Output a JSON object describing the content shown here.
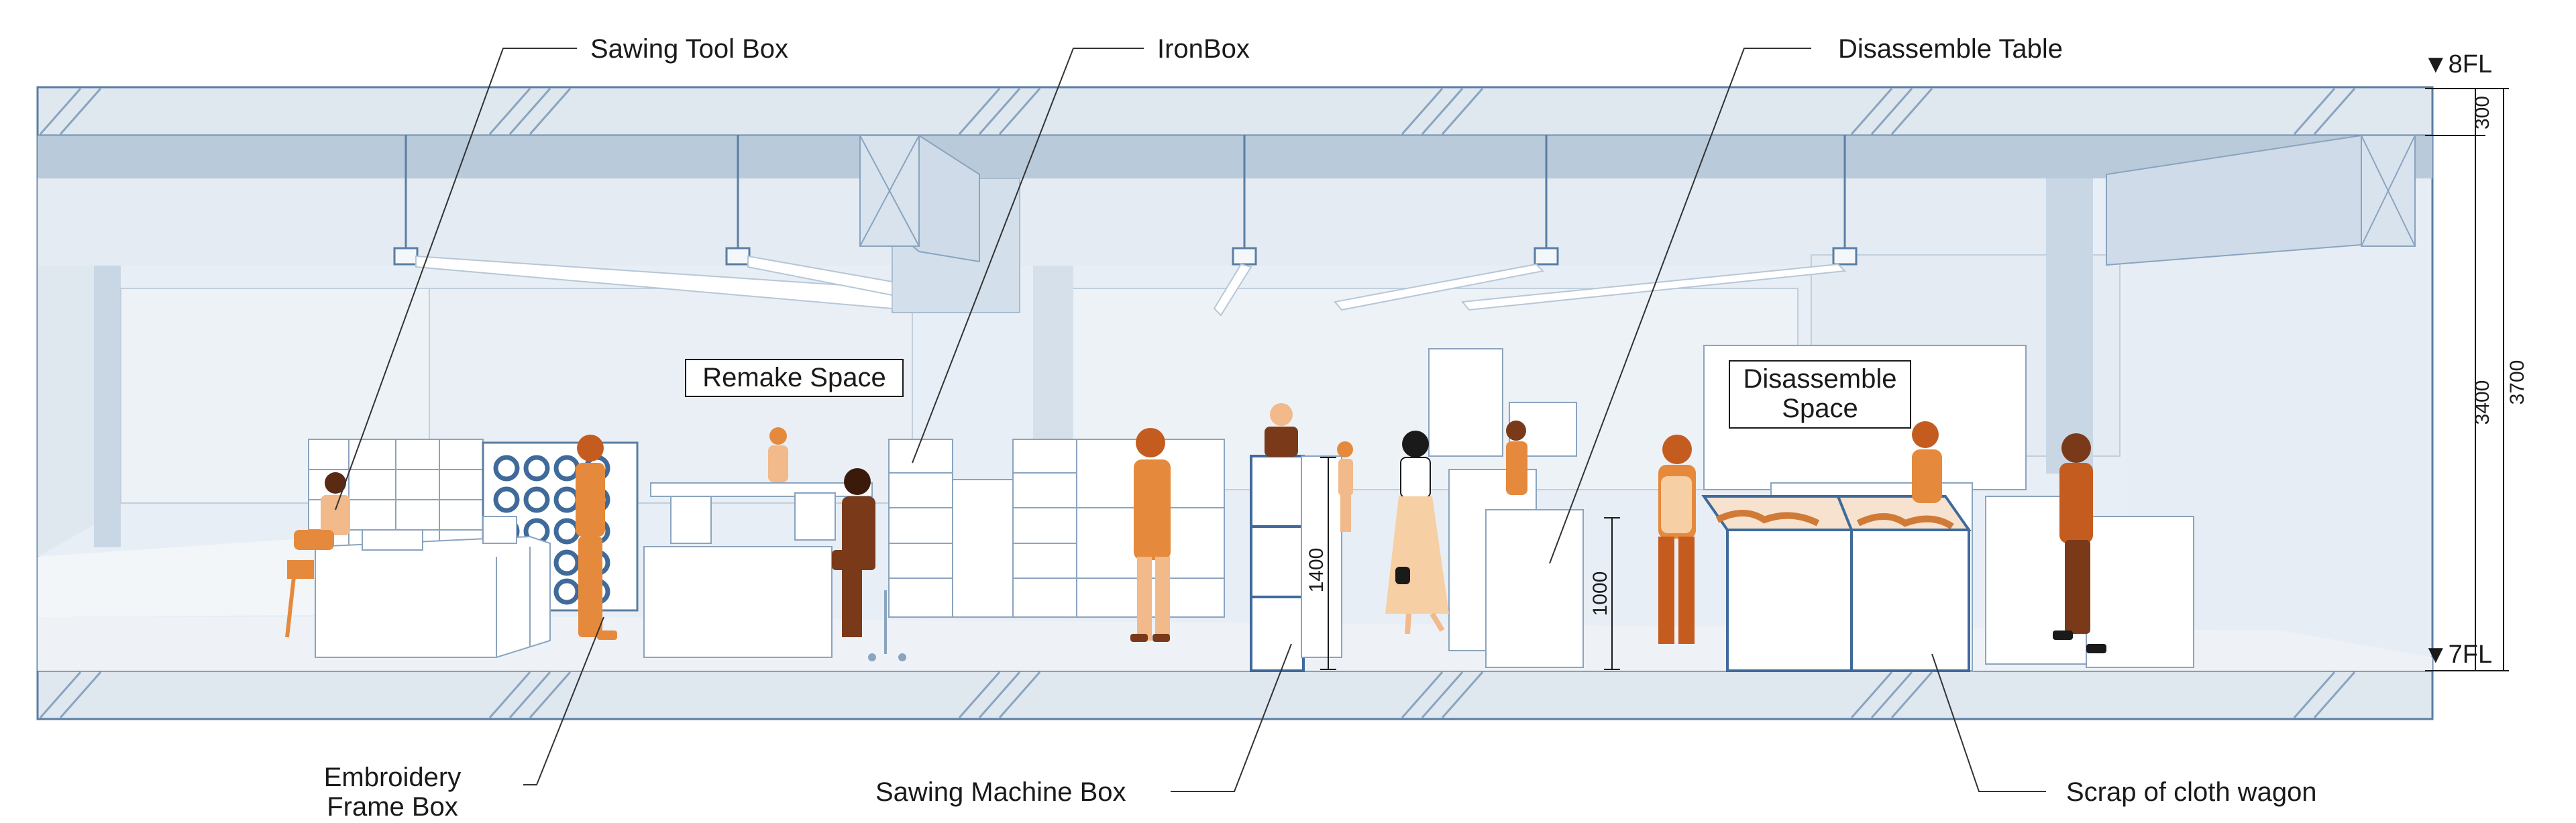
{
  "callouts": {
    "top": [
      "Sawing Tool Box",
      "IronBox",
      "Disassemble Table"
    ],
    "bottom": [
      "Embroidery",
      "Frame Box",
      "Sawing Machine Box",
      "Scrap of cloth wagon"
    ]
  },
  "spaces": {
    "remake": "Remake Space",
    "disassemble_line1": "Disassemble",
    "disassemble_line2": "Space"
  },
  "dimensions": {
    "ceiling_zone": "300",
    "room_height": "3400",
    "floor_to_floor": "3700",
    "box_height": "1400",
    "table_height": "1000"
  },
  "levels": {
    "upper": "▼8FL",
    "lower": "▼7FL"
  },
  "colors": {
    "structure_fill": "#dde6ef",
    "structure_line": "#5a7ea3",
    "wall": "#e6edf4",
    "beam": "#b7c8d9",
    "duct": "#cfdbe8",
    "figure_orange": "#e58a3c",
    "figure_light": "#f2b98a",
    "figure_dark": "#7a3a1a",
    "leader_line": "#333333"
  }
}
